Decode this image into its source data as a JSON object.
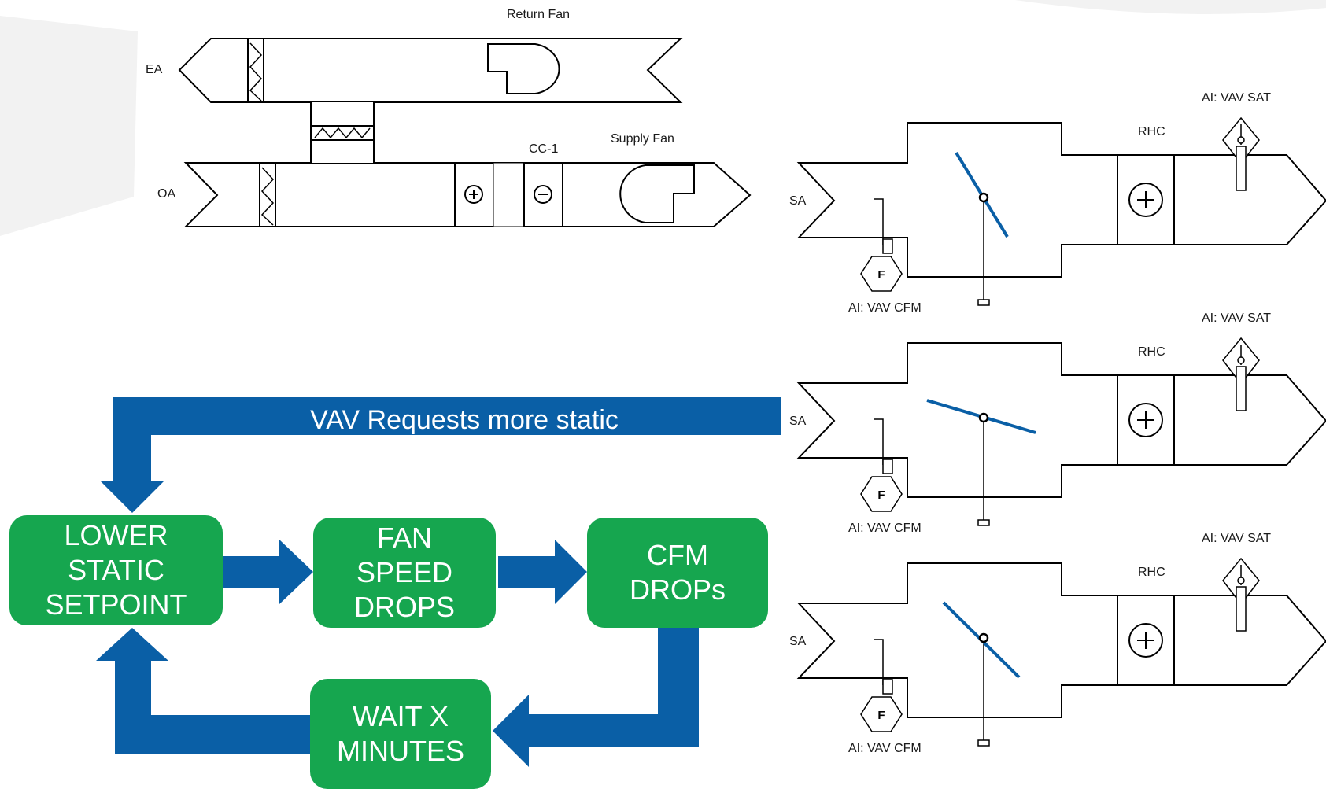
{
  "ahu": {
    "return_fan_label": "Return Fan",
    "supply_fan_label": "Supply Fan",
    "coil_label": "CC-1",
    "ea_label": "EA",
    "oa_label": "OA"
  },
  "vav_units": [
    {
      "sa_label": "SA",
      "rhc_label": "RHC",
      "sat_label": "AI: VAV SAT",
      "cfm_label": "AI: VAV CFM",
      "flow_symbol": "F",
      "damper_state": "open-steep"
    },
    {
      "sa_label": "SA",
      "rhc_label": "RHC",
      "sat_label": "AI: VAV SAT",
      "cfm_label": "AI: VAV CFM",
      "flow_symbol": "F",
      "damper_state": "nearly-closed"
    },
    {
      "sa_label": "SA",
      "rhc_label": "RHC",
      "sat_label": "AI: VAV SAT",
      "cfm_label": "AI: VAV CFM",
      "flow_symbol": "F",
      "damper_state": "open-mid"
    }
  ],
  "flow": {
    "banner": "VAV Requests more static",
    "box_lower": "LOWER\nSTATIC\nSETPOINT",
    "box_fan": "FAN\nSPEED\nDROPS",
    "box_cfm": "CFM\nDROPs",
    "box_wait": "WAIT X\nMINUTES"
  },
  "colors": {
    "arrow_blue": "#0a5fa6",
    "box_green": "#16a64f",
    "line": "#000000"
  }
}
